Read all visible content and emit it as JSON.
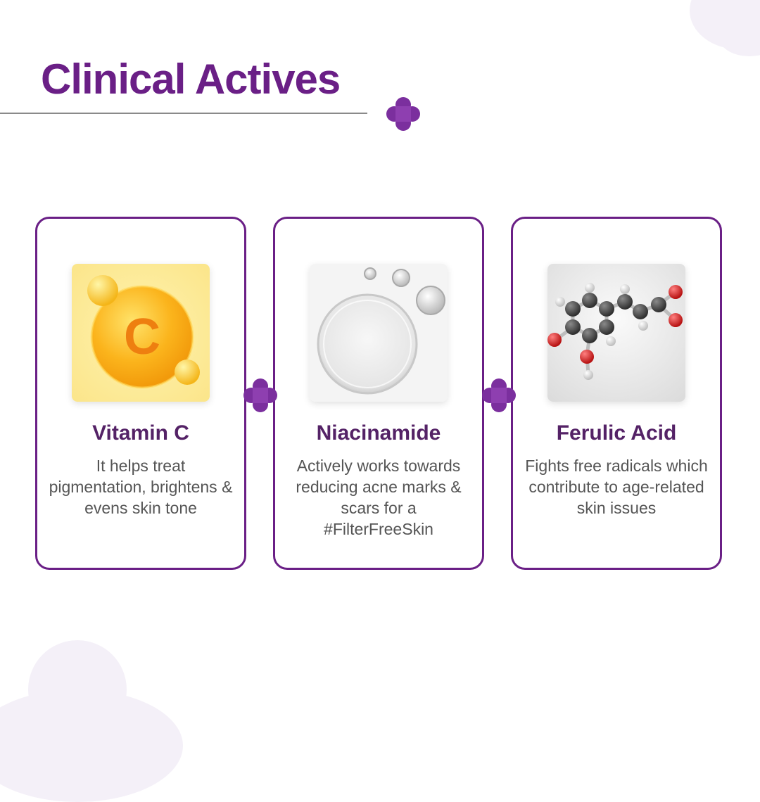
{
  "header": {
    "title": "Clinical Actives"
  },
  "colors": {
    "brand_purple": "#6a1f86",
    "plus_purple": "#7b2f9e",
    "card_border": "#6a1f86"
  },
  "cards": [
    {
      "title": "Vitamin C",
      "description": "It helps treat pigmentation, brightens & evens skin tone",
      "image_icon": "vitamin-c-orb-icon"
    },
    {
      "title": "Niacinamide",
      "description": "Actively works towards reducing acne marks & scars for a #FilterFreeSkin",
      "image_icon": "serum-drop-icon"
    },
    {
      "title": "Ferulic Acid",
      "description": "Fights free radicals which contribute to age-related skin issues",
      "image_icon": "molecule-icon"
    }
  ],
  "vitamin_c_letter": "C"
}
